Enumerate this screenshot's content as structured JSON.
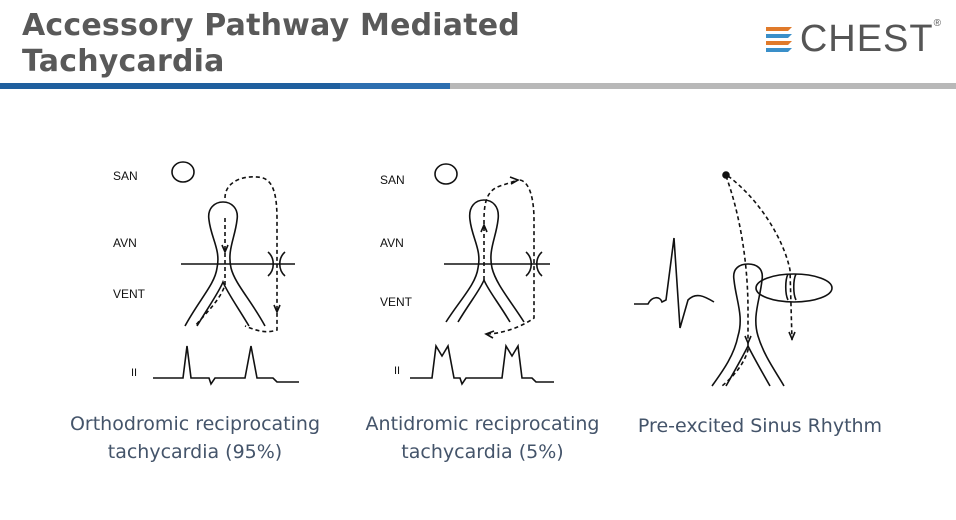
{
  "header": {
    "title_line1": "Accessory Pathway Mediated",
    "title_line2": "Tachycardia"
  },
  "logo": {
    "text": "CHEST",
    "registered": "®",
    "icon": "chest-stripes-logo-icon"
  },
  "colors": {
    "bar_blue": "#1f5f9e",
    "bar_gray": "#b8b8b8",
    "caption": "#44546a",
    "title": "#595959"
  },
  "diagrams": [
    {
      "labels": {
        "san": "SAN",
        "avn": "AVN",
        "vent": "VENT",
        "lead": "II"
      },
      "caption_line1": "Orthodromic reciprocating",
      "caption_line2": "tachycardia (95%)"
    },
    {
      "labels": {
        "san": "SAN",
        "avn": "AVN",
        "vent": "VENT",
        "lead": "II"
      },
      "caption_line1": "Antidromic reciprocating",
      "caption_line2": "tachycardia (5%)"
    },
    {
      "caption_line1": "Pre-excited Sinus Rhythm"
    }
  ]
}
